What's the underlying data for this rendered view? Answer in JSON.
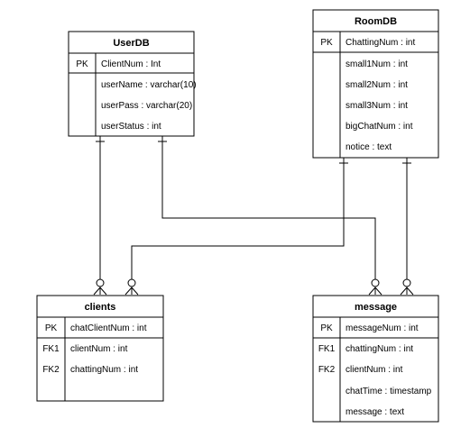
{
  "entities": {
    "userdb": {
      "title": "UserDB",
      "key_rows": [
        {
          "key": "PK",
          "field": "ClientNum : Int"
        }
      ],
      "rows": [
        "userName : varchar(10)",
        "userPass : varchar(20)",
        "userStatus : int"
      ]
    },
    "roomdb": {
      "title": "RoomDB",
      "key_rows": [
        {
          "key": "PK",
          "field": "ChattingNum : int"
        }
      ],
      "rows": [
        "small1Num : int",
        "small2Num : int",
        "small3Num : int",
        "bigChatNum : int",
        "notice : text"
      ]
    },
    "clients": {
      "title": "clients",
      "key_rows": [
        {
          "key": "PK",
          "field": "chatClientNum : int"
        }
      ],
      "fk_rows": [
        {
          "key": "FK1",
          "field": "clientNum : int"
        },
        {
          "key": "FK2",
          "field": "chattingNum : int"
        }
      ]
    },
    "message": {
      "title": "message",
      "key_rows": [
        {
          "key": "PK",
          "field": "messageNum : int"
        }
      ],
      "fk_rows": [
        {
          "key": "FK1",
          "field": "chattingNum : int"
        },
        {
          "key": "FK2",
          "field": "clientNum : int"
        }
      ],
      "rows": [
        "chatTime : timestamp",
        "message : text"
      ]
    }
  }
}
